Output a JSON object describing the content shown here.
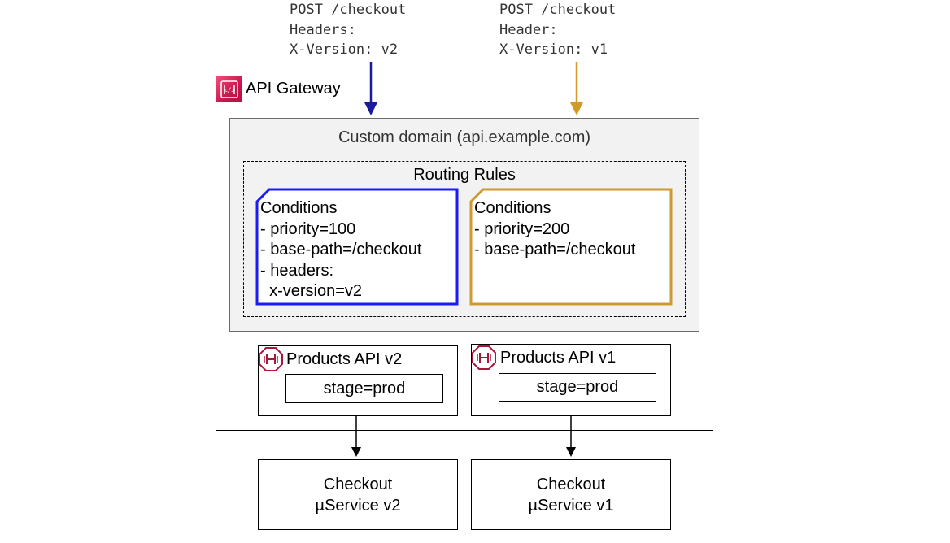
{
  "requests": [
    {
      "method_path": "POST /checkout",
      "header_label": "Headers:",
      "header_value": "X-Version: v2",
      "arrow_color": "#1a1a9e"
    },
    {
      "method_path": "POST /checkout",
      "header_label": "Header:",
      "header_value": "X-Version: v1",
      "arrow_color": "#d49a26"
    }
  ],
  "gateway": {
    "title": "API Gateway",
    "icon": "api-gateway-icon",
    "icon_color": "#c7164c"
  },
  "custom_domain": {
    "title": "Custom domain (api.example.com)"
  },
  "routing": {
    "title": "Routing Rules",
    "rules": [
      {
        "color": "#1a1aff",
        "lines": [
          "Conditions",
          "- priority=100",
          "- base-path=/checkout",
          "- headers:",
          "  x-version=v2"
        ]
      },
      {
        "color": "#cc9933",
        "lines": [
          "Conditions",
          "- priority=200",
          "- base-path=/checkout"
        ]
      }
    ]
  },
  "apis": [
    {
      "name": "Products API v2",
      "stage": "stage=prod",
      "icon": "api-icon",
      "icon_color": "#a8173a"
    },
    {
      "name": "Products API v1",
      "stage": "stage=prod",
      "icon": "api-icon",
      "icon_color": "#a8173a"
    }
  ],
  "services": [
    {
      "line1": "Checkout",
      "line2": "µService v2"
    },
    {
      "line1": "Checkout",
      "line2": "µService v1"
    }
  ]
}
